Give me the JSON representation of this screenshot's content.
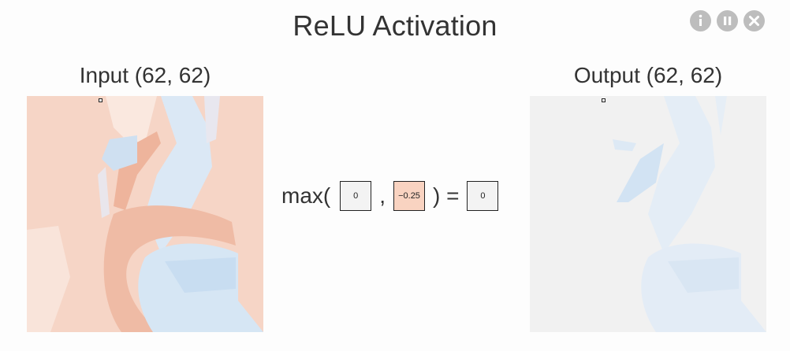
{
  "title": "ReLU Activation",
  "controls": [
    {
      "name": "info-icon"
    },
    {
      "name": "pause-icon"
    },
    {
      "name": "close-icon"
    }
  ],
  "input": {
    "label": "Input (62, 62)"
  },
  "output": {
    "label": "Output (62, 62)"
  },
  "formula": {
    "prefix": "max(",
    "zero": "0",
    "comma": ",",
    "input_value": "−0.25",
    "close_eq": ") =",
    "result": "0"
  },
  "colors": {
    "negative": "#f4c2ac",
    "positive": "#cfe3f5",
    "neutral": "#f1f1f1"
  }
}
